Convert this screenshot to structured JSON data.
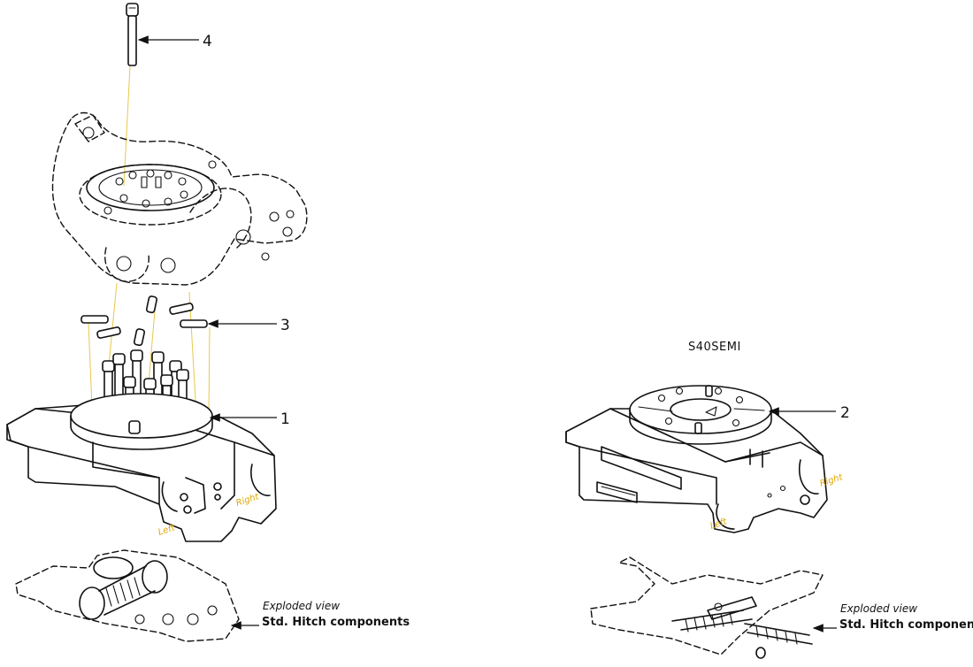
{
  "callouts": {
    "c1": "1",
    "c2": "2",
    "c3": "3",
    "c4": "4"
  },
  "right_title": "S40SEMI",
  "side_labels": {
    "left_a": "Left",
    "right_a": "Right",
    "left_b": "Left",
    "right_b": "Right"
  },
  "exploded_left": {
    "line1": "Exploded view",
    "line2": "Std. Hitch components"
  },
  "exploded_right": {
    "line1": "Exploded view",
    "line2": "Std. Hitch components"
  },
  "colors": {
    "line": "#111111",
    "guide": "#e8c84a",
    "side_label": "#e0a800"
  }
}
